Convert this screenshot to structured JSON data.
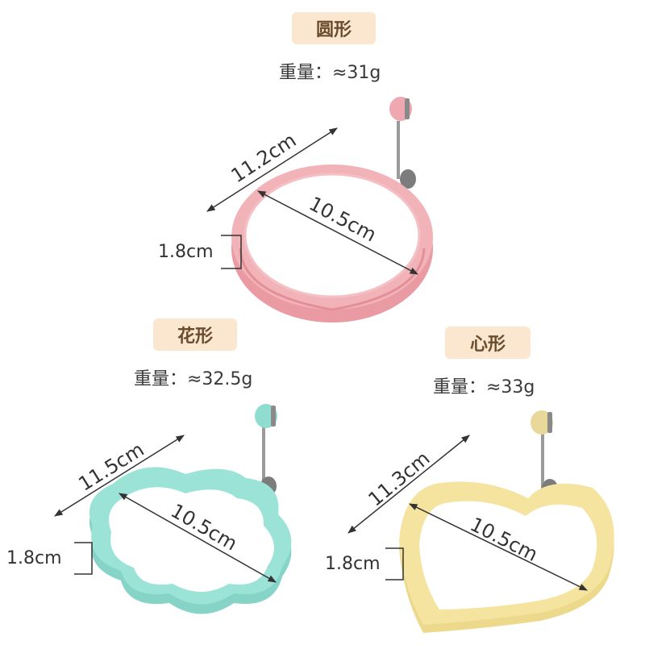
{
  "products": [
    {
      "shape_label": "圆形",
      "weight": "重量：≈31g",
      "outer_diameter": "11.2cm",
      "inner_diameter": "10.5cm",
      "height": "1.8cm",
      "color": "#f2b3b6"
    },
    {
      "shape_label": "花形",
      "weight": "重量：≈32.5g",
      "outer_diameter": "11.5cm",
      "inner_diameter": "10.5cm",
      "height": "1.8cm",
      "color": "#8fdcd0"
    },
    {
      "shape_label": "心形",
      "weight": "重量：≈33g",
      "outer_diameter": "11.3cm",
      "inner_diameter": "10.5cm",
      "height": "1.8cm",
      "color": "#f5e3a0"
    }
  ]
}
